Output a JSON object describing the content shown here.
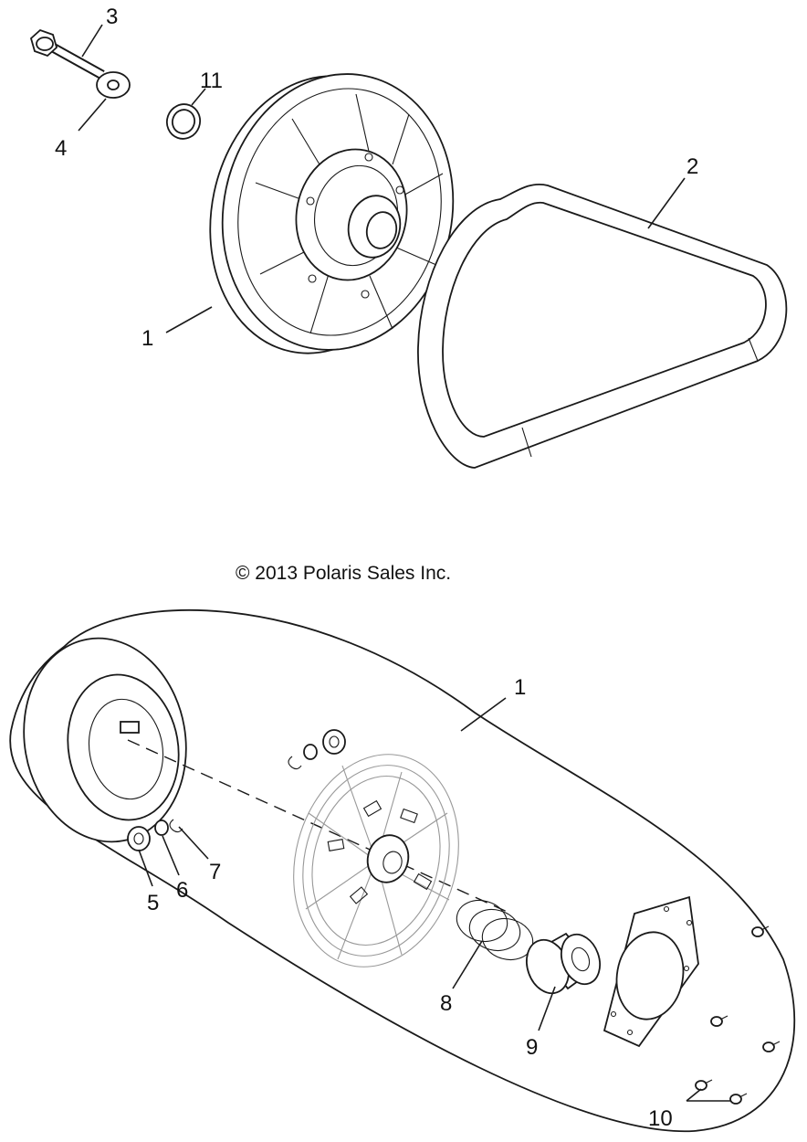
{
  "copyright": "© 2013 Polaris Sales Inc.",
  "callouts": {
    "c1_top": "1",
    "c2": "2",
    "c3": "3",
    "c4": "4",
    "c11": "11",
    "c1_bottom": "1",
    "c5": "5",
    "c6": "6",
    "c7": "7",
    "c8": "8",
    "c9": "9",
    "c10": "10"
  }
}
